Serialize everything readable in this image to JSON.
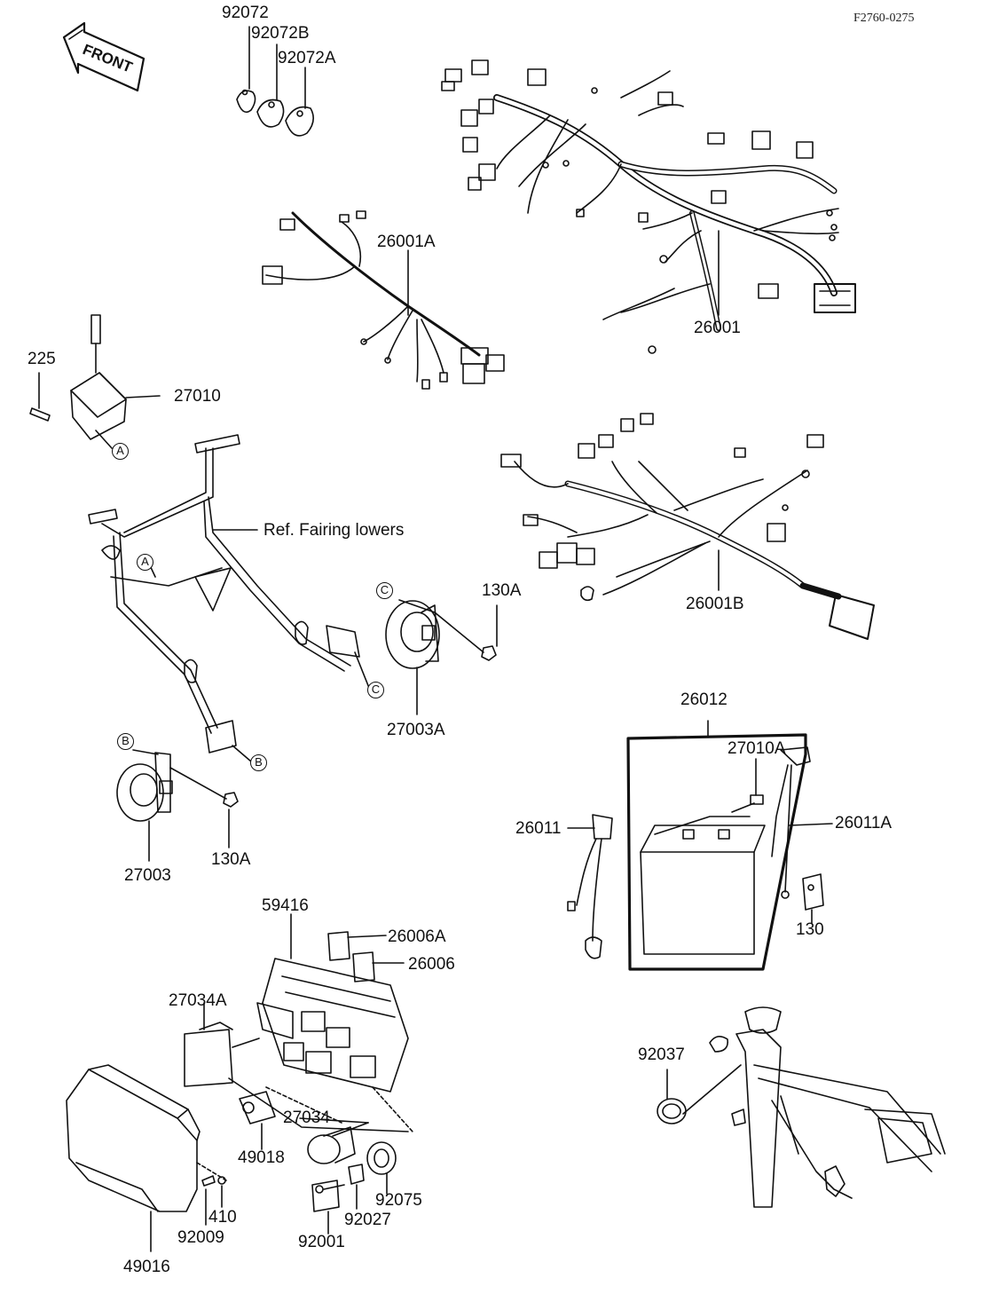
{
  "figure_code": "F2760-0275",
  "front_label": "FRONT",
  "reference_note": "Ref. Fairing lowers",
  "part_labels": [
    {
      "id": "p92072",
      "text": "92072"
    },
    {
      "id": "p92072B",
      "text": "92072B"
    },
    {
      "id": "p92072A",
      "text": "92072A"
    },
    {
      "id": "p26001A",
      "text": "26001A"
    },
    {
      "id": "p26001",
      "text": "26001"
    },
    {
      "id": "p225",
      "text": "225"
    },
    {
      "id": "p27010",
      "text": "27010"
    },
    {
      "id": "p26001B",
      "text": "26001B"
    },
    {
      "id": "p130A_top",
      "text": "130A"
    },
    {
      "id": "p27003A",
      "text": "27003A"
    },
    {
      "id": "p26012",
      "text": "26012"
    },
    {
      "id": "p27010A",
      "text": "27010A"
    },
    {
      "id": "p26011",
      "text": "26011"
    },
    {
      "id": "p26011A",
      "text": "26011A"
    },
    {
      "id": "p130",
      "text": "130"
    },
    {
      "id": "p27003",
      "text": "27003"
    },
    {
      "id": "p130A_bottom",
      "text": "130A"
    },
    {
      "id": "p59416",
      "text": "59416"
    },
    {
      "id": "p26006A",
      "text": "26006A"
    },
    {
      "id": "p26006",
      "text": "26006"
    },
    {
      "id": "p27034A",
      "text": "27034A"
    },
    {
      "id": "p27034",
      "text": "27034"
    },
    {
      "id": "p49018",
      "text": "49018"
    },
    {
      "id": "p92037",
      "text": "92037"
    },
    {
      "id": "p410",
      "text": "410"
    },
    {
      "id": "p92009",
      "text": "92009"
    },
    {
      "id": "p92075",
      "text": "92075"
    },
    {
      "id": "p92027",
      "text": "92027"
    },
    {
      "id": "p92001",
      "text": "92001"
    },
    {
      "id": "p49016",
      "text": "49016"
    }
  ],
  "reference_marks": {
    "A": "A",
    "B": "B",
    "C": "C"
  }
}
